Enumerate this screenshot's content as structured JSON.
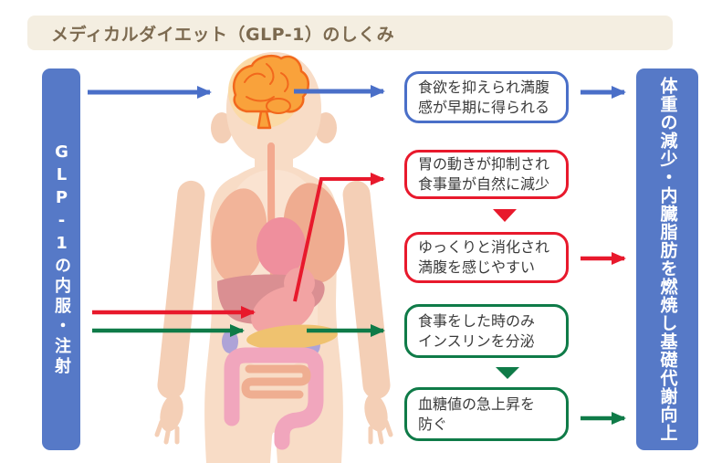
{
  "title": "メディカルダイエット（GLP-1）のしくみ",
  "left_bar_label": "GLP-1の内服・注射",
  "right_bar_label": "体重の減少・内臓脂肪を燃焼し基礎代謝向上",
  "boxes": [
    {
      "name": "appetite-suppression",
      "color": "#4A6FC8",
      "line1": "食欲を抑えられ満腹",
      "line2": "感が早期に得られる"
    },
    {
      "name": "gastric-motility-inhibition",
      "color": "#E8192C",
      "line1": "胃の動きが抑制され",
      "line2": "食事量が自然に減少"
    },
    {
      "name": "slow-digestion",
      "color": "#E8192C",
      "line1": "ゆっくりと消化され",
      "line2": "満腹を感じやすい"
    },
    {
      "name": "insulin-secretion",
      "color": "#0F7B48",
      "line1": "食事をした時のみ",
      "line2": "インスリンを分泌"
    },
    {
      "name": "blood-sugar-spike-prevention",
      "color": "#0F7B48",
      "line1": "血糖値の急上昇を",
      "line2": "防ぐ"
    }
  ],
  "colors": {
    "bar_blue": "#5679C7",
    "arrow_blue": "#4A6FC8",
    "arrow_red": "#E8192C",
    "arrow_green": "#0F7B48",
    "title_bg": "#F4EEE1",
    "title_text": "#7C6A50"
  }
}
